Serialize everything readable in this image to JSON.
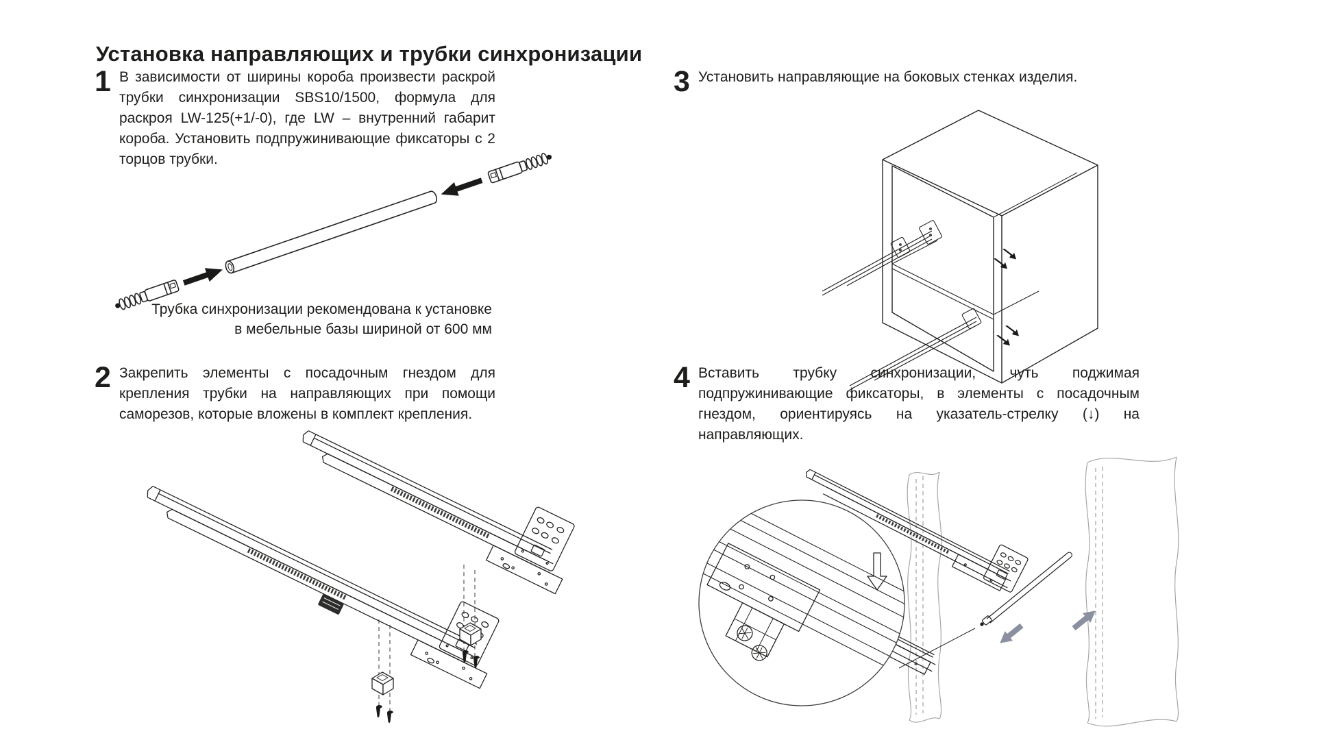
{
  "page": {
    "title": "Установка направляющих и трубки синхронизации"
  },
  "steps": [
    {
      "number": "1",
      "text": "В зависимости от ширины короба произвести раскрой трубки синхронизации SBS10/1500, формула для раскроя LW-125(+1/-0), где LW – внутренний габарит короба. Установить подпружинивающие фиксаторы с 2 торцов трубки."
    },
    {
      "number": "2",
      "text": "Закрепить элементы с посадочным гнездом для крепления трубки на направляющих при помощи саморезов, которые вложены в комплект крепления."
    },
    {
      "number": "3",
      "text": "Установить направляющие на боковых стенках изделия."
    },
    {
      "number": "4",
      "text": "Вставить трубку синхронизации, чуть поджимая подпружинивающие фиксаторы, в элементы с посадочным гнездом, ориентируясь на указатель-стрелку (↓) на направляющих."
    }
  ],
  "caption": {
    "line1": "Трубка синхронизации рекомендована к установке",
    "line2": "в мебельные базы шириной от 600 мм"
  },
  "icons": {
    "insert_direction_arrow": "bold-black-arrow",
    "mount_direction_arrow": "gray-arrow",
    "pointer_arrow": "outline-down-arrow"
  },
  "colors": {
    "text": "#1d1d1b",
    "line_art": "#242422",
    "panel_line": "#a6a6a6",
    "gray_arrow": "#8a90a0",
    "background": "#ffffff"
  }
}
